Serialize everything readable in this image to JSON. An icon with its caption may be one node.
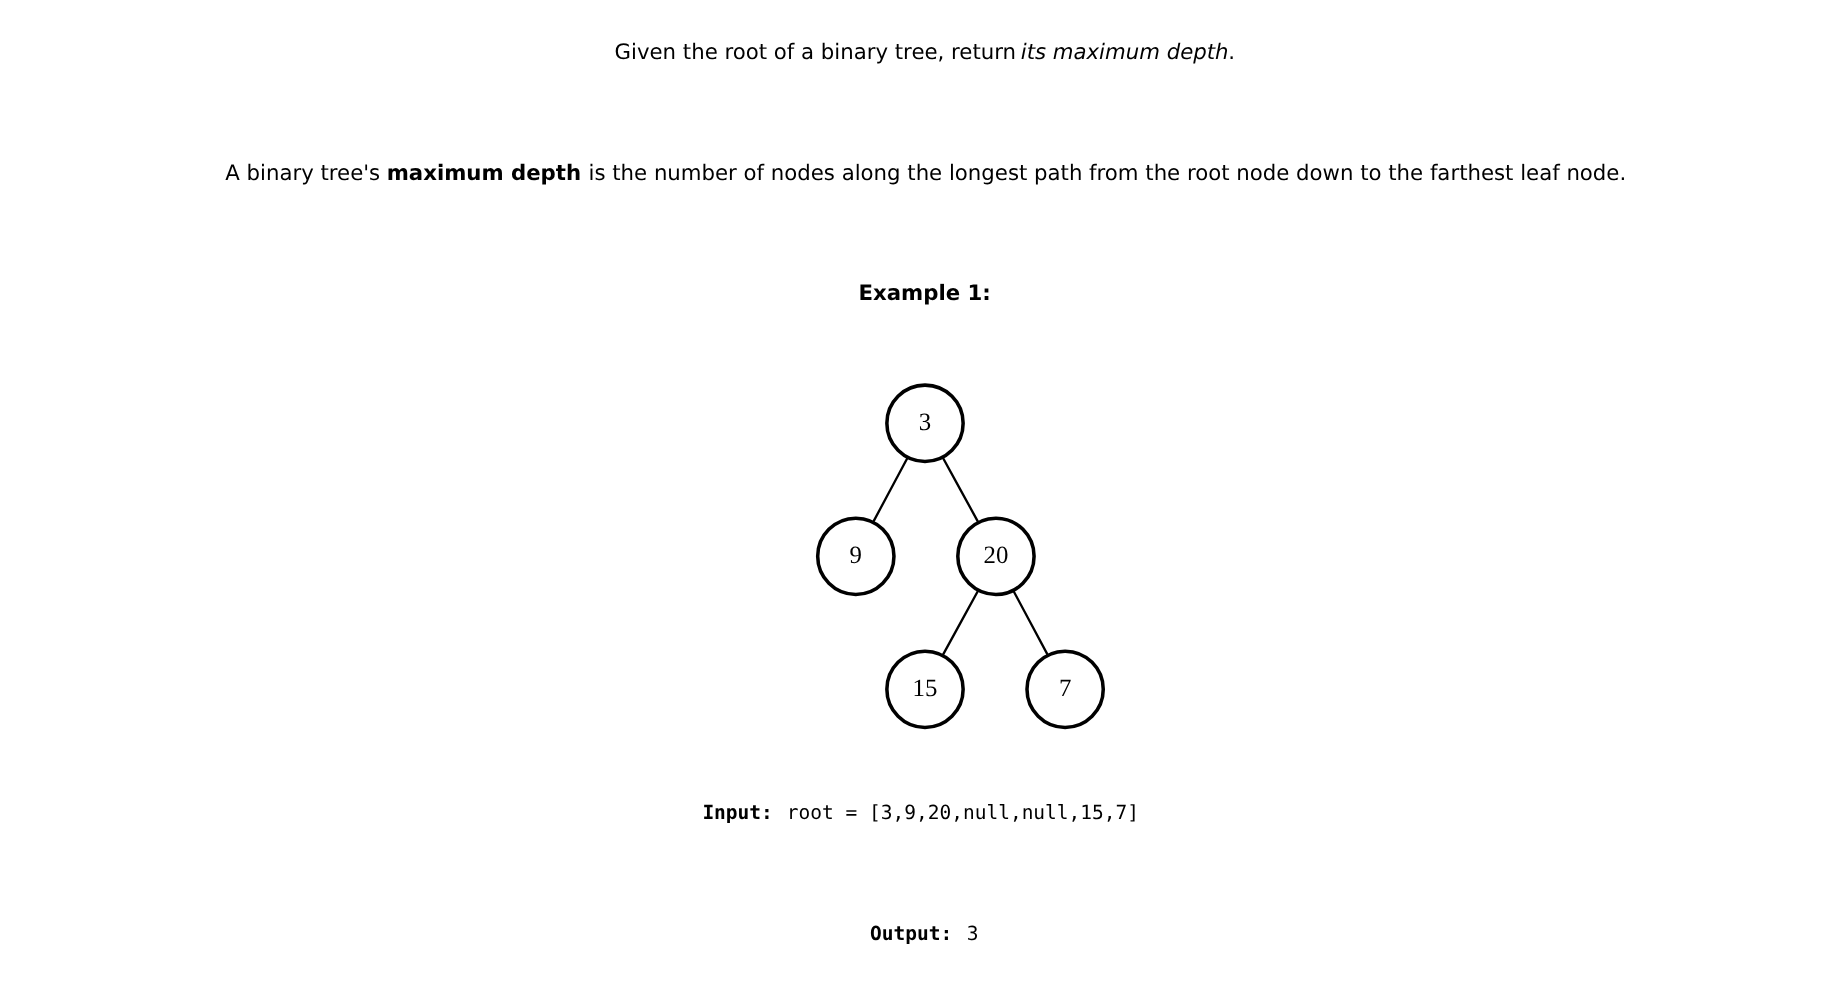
{
  "diagram": {
    "nodes": [
      {
        "text": [
          "3"
        ]
      },
      {
        "text": [
          "9"
        ]
      },
      {
        "text": [
          "20"
        ]
      },
      {
        "text": [
          "15"
        ]
      },
      {
        "text": [
          "7"
        ]
      }
    ],
    "edges": [
      {
        "from": 0,
        "to": 1,
        "arrow": "none"
      },
      {
        "from": 0,
        "to": 2,
        "arrow": "none"
      },
      {
        "from": 2,
        "to": 3,
        "arrow": "none"
      },
      {
        "from": 2,
        "to": 4,
        "arrow": "none"
      }
    ],
    "labels": [
      "Given the root of a binary tree, return *its maximum depth*.",
      "A binary tree's **maximum depth** is the number of nodes along the longest path from the root node down to the farthest leaf node.",
      "**Example 1:**",
      "**Input:** root = [3,9,20,null,null,15,7]",
      "**Output:** 3"
    ]
  }
}
